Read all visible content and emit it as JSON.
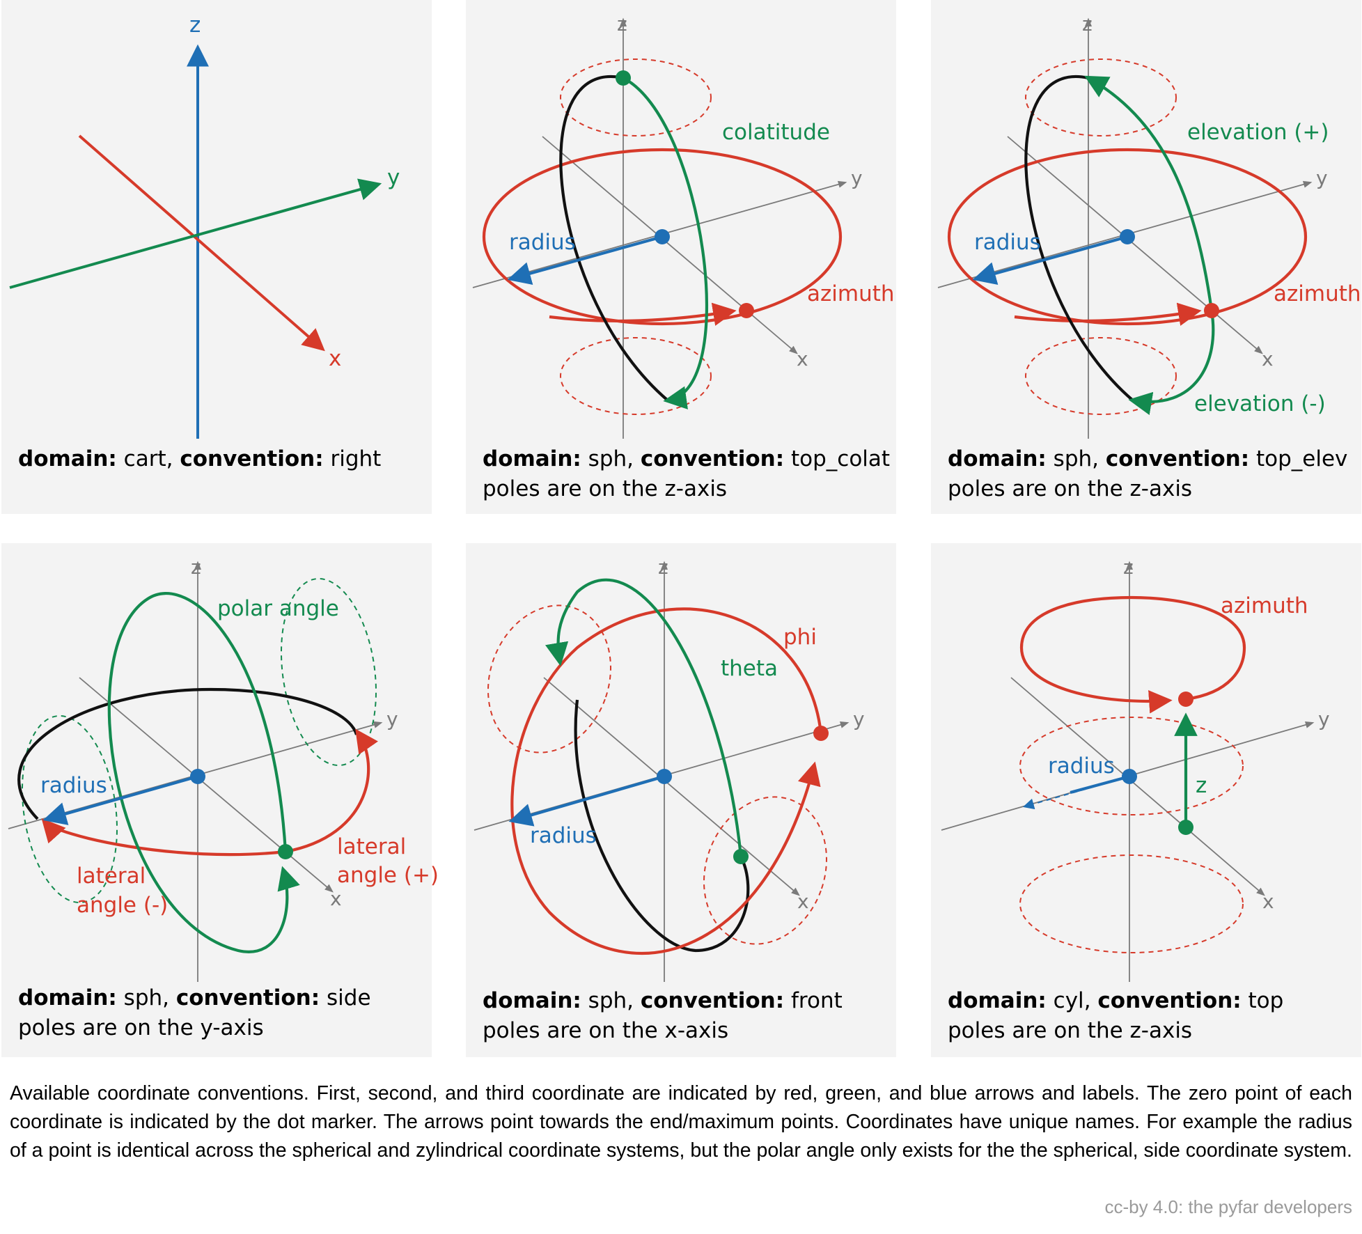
{
  "panels": [
    {
      "domain_label": "domain:",
      "domain": "cart",
      "convention_label": "convention:",
      "convention": "right",
      "line2": "",
      "axes": {
        "x": "x",
        "y": "y",
        "z": "z"
      }
    },
    {
      "domain_label": "domain:",
      "domain": "sph",
      "convention_label": "convention:",
      "convention": "top_colat",
      "line2": "poles are on the z-axis",
      "axes": {
        "x": "x",
        "y": "y",
        "z": "z"
      },
      "labels": {
        "second": "colatitude",
        "third": "radius",
        "first": "azimuth"
      }
    },
    {
      "domain_label": "domain:",
      "domain": "sph",
      "convention_label": "convention:",
      "convention": "top_elev",
      "line2": "poles are on the z-axis",
      "axes": {
        "x": "x",
        "y": "y",
        "z": "z"
      },
      "labels": {
        "second_pos": "elevation (+)",
        "second_neg": "elevation (-)",
        "third": "radius",
        "first": "azimuth"
      }
    },
    {
      "domain_label": "domain:",
      "domain": "sph",
      "convention_label": "convention:",
      "convention": "side",
      "line2": "poles are on the y-axis",
      "axes": {
        "x": "x",
        "y": "y",
        "z": "z"
      },
      "labels": {
        "second": "polar angle",
        "third": "radius",
        "first_pos_1": "lateral",
        "first_pos_2": "angle (+)",
        "first_neg_1": "lateral",
        "first_neg_2": "angle (-)"
      }
    },
    {
      "domain_label": "domain:",
      "domain": "sph",
      "convention_label": "convention:",
      "convention": "front",
      "line2": "poles are on the x-axis",
      "axes": {
        "x": "x",
        "y": "y",
        "z": "z"
      },
      "labels": {
        "first": "phi",
        "second": "theta",
        "third": "radius"
      }
    },
    {
      "domain_label": "domain:",
      "domain": "cyl",
      "convention_label": "convention:",
      "convention": "top",
      "line2": "poles are on the z-axis",
      "axes": {
        "x": "x",
        "y": "y",
        "z": "z"
      },
      "labels": {
        "first": "azimuth",
        "second": "z",
        "third": "radius"
      }
    }
  ],
  "footer": "Available coordinate conventions. First, second, and third coordinate are indicated by red, green, and blue arrows and labels. The zero point of each coordinate is indicated by the dot marker. The arrows point towards the end/maximum points. Coordinates have unique names. For example the radius of a point is identical across the spherical and zylindrical coordinate systems, but the polar angle only exists for the the spherical, side coordinate system.",
  "credit": "cc-by 4.0: the pyfar developers",
  "colors": {
    "first": "#d63a2a",
    "second": "#138a4f",
    "third": "#1f6fb5",
    "panel_bg": "#f3f3f3",
    "axis": "#7a7a7a"
  }
}
